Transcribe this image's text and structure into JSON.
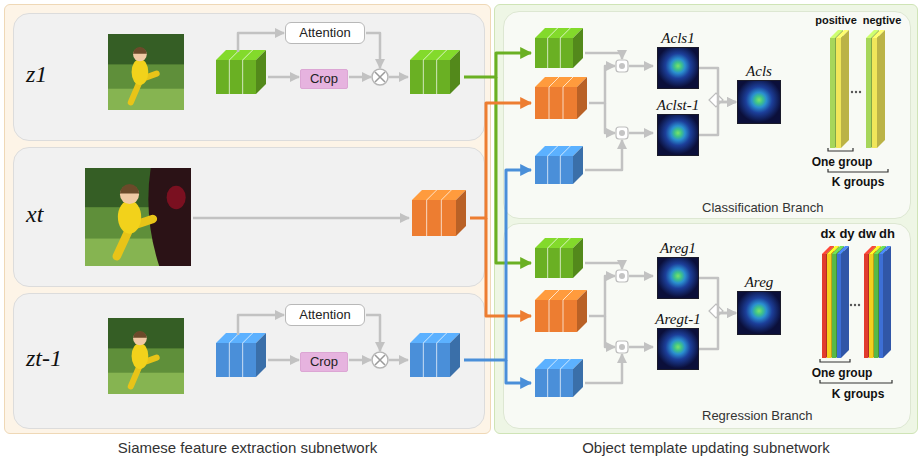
{
  "diagram": {
    "nodes": [
      {
        "text": [
          "Siamese feature extraction subnetwork"
        ]
      },
      {
        "text": [
          "Object template updating subnetwork"
        ]
      },
      {
        "text": [
          "z1"
        ],
        "in": 0
      },
      {
        "text": [
          "Attention"
        ],
        "in": 2
      },
      {
        "text": [
          "Crop"
        ],
        "in": 2
      },
      {
        "text": [
          "xt"
        ],
        "in": 0
      },
      {
        "text": [
          "zt-1"
        ],
        "in": 0
      },
      {
        "text": [
          "Attention"
        ],
        "in": 6
      },
      {
        "text": [
          "Crop"
        ],
        "in": 6
      },
      {
        "text": [
          "Classification Branch"
        ],
        "in": 1
      },
      {
        "text": [
          "Regression Branch"
        ],
        "in": 1
      },
      {
        "text": [
          "Acls1"
        ],
        "in": 9
      },
      {
        "text": [
          "Aclst-1"
        ],
        "in": 9
      },
      {
        "text": [
          "Acls"
        ],
        "in": 9
      },
      {
        "text": [
          "Areg1"
        ],
        "in": 10
      },
      {
        "text": [
          "Aregt-1"
        ],
        "in": 10
      },
      {
        "text": [
          "Areg"
        ],
        "in": 10
      }
    ],
    "edges": [
      {
        "from": 11,
        "to": 13,
        "arrow": "to"
      },
      {
        "from": 12,
        "to": 13,
        "arrow": "to"
      },
      {
        "from": 14,
        "to": 16,
        "arrow": "to"
      },
      {
        "from": 15,
        "to": 16,
        "arrow": "to"
      }
    ],
    "labels": [
      "positive",
      "negtive",
      "One group",
      "K groups",
      "dx",
      "dy",
      "dw",
      "dh",
      "One group",
      "K groups"
    ]
  }
}
